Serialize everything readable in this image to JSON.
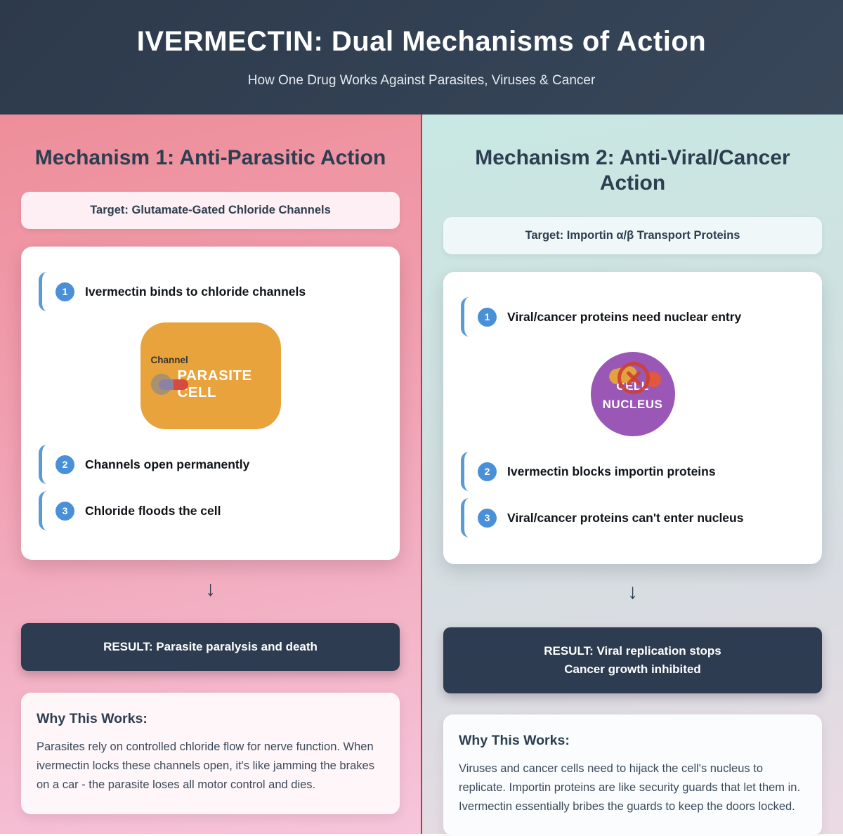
{
  "header": {
    "title": "IVERMECTIN: Dual Mechanisms of Action",
    "subtitle": "How One Drug Works Against Parasites, Viruses & Cancer"
  },
  "left": {
    "heading": "Mechanism 1: Anti-Parasitic Action",
    "target": "Target: Glutamate-Gated Chloride Channels",
    "steps": [
      {
        "num": "1",
        "label": "Ivermectin binds to chloride channels"
      },
      {
        "num": "2",
        "label": "Channels open permanently"
      },
      {
        "num": "3",
        "label": "Chloride floods the cell"
      }
    ],
    "cell": {
      "channel_label": "Channel",
      "name": "PARASITE CELL"
    },
    "arrow": "↓",
    "result": "RESULT: Parasite paralysis and death",
    "why": {
      "heading": "Why This Works:",
      "body": "Parasites rely on controlled chloride flow for nerve function. When ivermectin locks these channels open, it's like jamming the brakes on a car - the parasite loses all motor control and dies."
    }
  },
  "right": {
    "heading": "Mechanism 2: Anti-Viral/Cancer Action",
    "target": "Target: Importin α/β Transport Proteins",
    "steps": [
      {
        "num": "1",
        "label": "Viral/cancer proteins need nuclear entry"
      },
      {
        "num": "2",
        "label": "Ivermectin blocks importin proteins"
      },
      {
        "num": "3",
        "label": "Viral/cancer proteins can't enter nucleus"
      }
    ],
    "nucleus": {
      "line1": "CELL",
      "line2": "NUCLEUS"
    },
    "arrow": "↓",
    "result_line1": "RESULT: Viral replication stops",
    "result_line2": "Cancer growth inhibited",
    "why": {
      "heading": "Why This Works:",
      "body": "Viruses and cancer cells need to hijack the cell's nucleus to replicate. Importin proteins are like security guards that let them in. Ivermectin essentially bribes the guards to keep the doors locked."
    }
  },
  "colors": {
    "header_bg": "#313e51",
    "divider_red": "#c0392b",
    "step_blue": "#4a90d8",
    "parasite_orange": "#e8a33d",
    "nucleus_purple": "#9a57b5",
    "result_dark": "#2d3c50",
    "left_column_pink_top": "#ee8e9a",
    "left_column_pink_bottom": "#f6c5db",
    "right_column_mint_top": "#c8e8e3",
    "right_column_bottom": "#ecdae3"
  }
}
